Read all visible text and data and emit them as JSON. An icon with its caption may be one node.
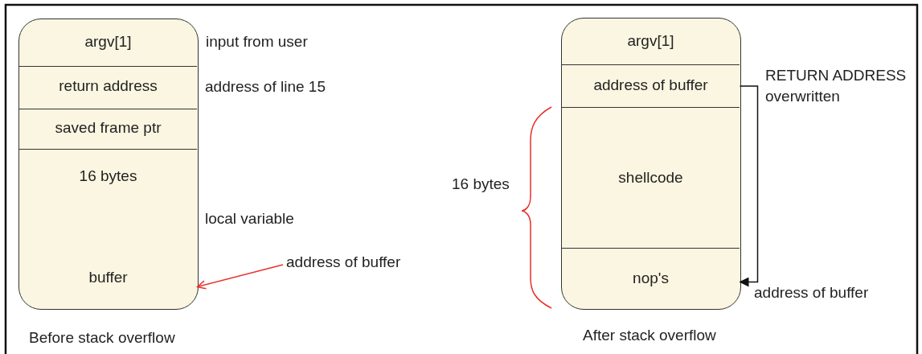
{
  "diagram": {
    "nodes": [
      {
        "text": [],
        "shape": "box",
        "beside": [
          "Before stack overflow"
        ]
      },
      {
        "text": [
          "argv[1]"
        ],
        "in": 0
      },
      {
        "text": [
          "return address"
        ],
        "in": 0,
        "beside": [
          "address of line 15"
        ]
      },
      {
        "text": [
          "saved frame ptr"
        ],
        "in": 0
      },
      {
        "text": [
          "16 bytes",
          "buffer"
        ],
        "in": 0,
        "beside": [
          "local variable"
        ]
      },
      {
        "text": [
          "address of buffer"
        ]
      },
      {
        "text": [],
        "shape": "box",
        "beside": [
          "After stack overflow"
        ]
      },
      {
        "text": [
          "argv[1]"
        ],
        "in": 6
      },
      {
        "text": [
          "address of buffer"
        ],
        "in": 6,
        "beside": [
          "RETURN ADDRESS overwritten"
        ]
      },
      {
        "text": [
          "shellcode"
        ],
        "in": 6
      },
      {
        "text": [
          "nop's"
        ],
        "in": 6,
        "beside": [
          "address of buffer"
        ]
      }
    ],
    "edges": [
      {
        "from": 5,
        "to": 4,
        "arrow": "to",
        "color": "#e8302a"
      },
      {
        "from": 8,
        "to": 10,
        "arrow": "to",
        "color": "#111111"
      }
    ],
    "labels": [
      "input from user",
      "16 bytes"
    ]
  }
}
